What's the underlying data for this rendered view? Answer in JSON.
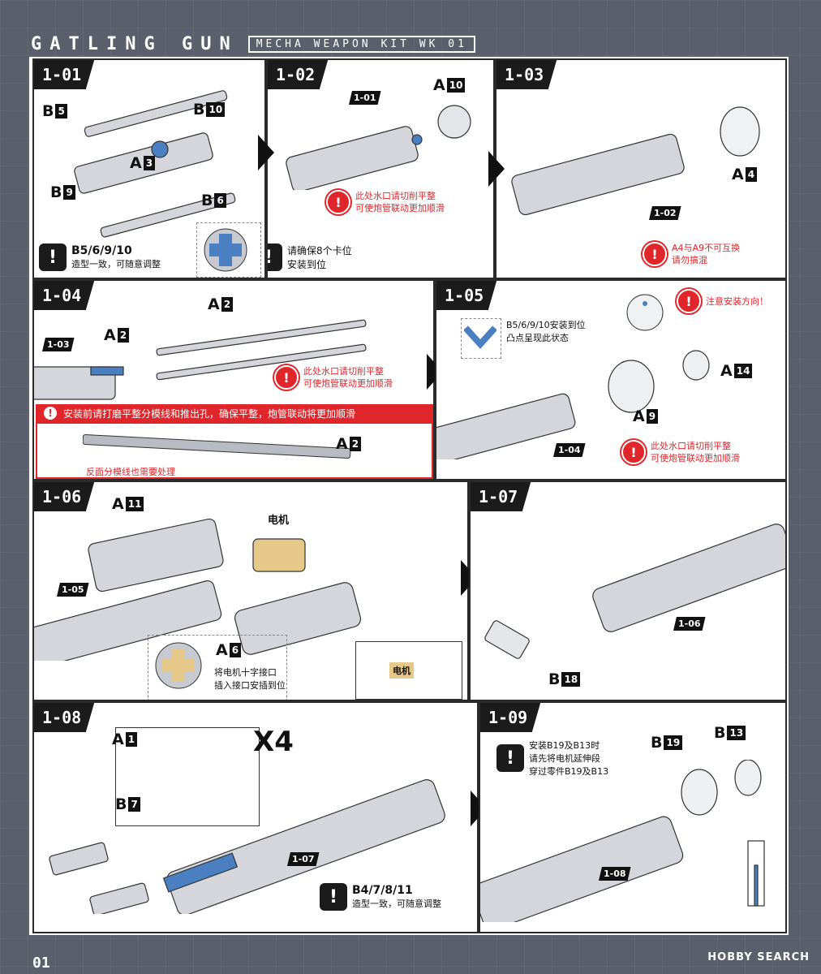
{
  "header": {
    "title": "GATLING GUN",
    "subtitle": "MECHA WEAPON KIT WK 01"
  },
  "steps": [
    {
      "label": "1-01"
    },
    {
      "label": "1-02"
    },
    {
      "label": "1-03"
    },
    {
      "label": "1-04"
    },
    {
      "label": "1-05"
    },
    {
      "label": "1-06"
    },
    {
      "label": "1-07"
    },
    {
      "label": "1-08"
    },
    {
      "label": "1-09"
    }
  ],
  "notes": {
    "s1_parts": "B5/6/9/10",
    "s1_note": "造型一致，可随意调整",
    "s1_check": "请确保8个卡位",
    "s1_check2": "安装到位",
    "s2_red1": "此处水口请切削平整",
    "s2_red2": "可使炮管联动更加顺滑",
    "s3_red1": "A4与A9不可互换",
    "s3_red2": "请勿搞混",
    "s4_red1": "此处水口请切削平整",
    "s4_red2": "可使炮管联动更加顺滑",
    "s4_banner": "安装前请打磨平整分模线和推出孔，确保平整，炮管联动将更加顺滑",
    "s4_sub": "反面分模线也需要处理",
    "s5_note1": "B5/6/9/10安装到位",
    "s5_note2": "凸点呈现此状态",
    "s5_dir": "注意安装方向！",
    "s5_red1": "此处水口请切削平整",
    "s5_red2": "可使炮管联动更加顺滑",
    "s6_motor": "电机",
    "s6_note1": "将电机十字接口",
    "s6_note2": "插入接口安插到位",
    "s8_x4": "X4",
    "s8_parts": "B4/7/8/11",
    "s8_note": "造型一致，可随意调整",
    "s9_note1": "安装B19及B13时",
    "s9_note2": "请先将电机延伸段",
    "s9_note3": "穿过零件B19及B13"
  },
  "parts": {
    "B5": {
      "l": "B",
      "n": "5"
    },
    "B10": {
      "l": "B",
      "n": "10"
    },
    "A3": {
      "l": "A",
      "n": "3"
    },
    "B9": {
      "l": "B",
      "n": "9"
    },
    "B6": {
      "l": "B",
      "n": "6"
    },
    "A10": {
      "l": "A",
      "n": "10"
    },
    "A4": {
      "l": "A",
      "n": "4"
    },
    "A2": {
      "l": "A",
      "n": "2"
    },
    "A14": {
      "l": "A",
      "n": "14"
    },
    "A9": {
      "l": "A",
      "n": "9"
    },
    "A11": {
      "l": "A",
      "n": "11"
    },
    "A6": {
      "l": "A",
      "n": "6"
    },
    "B18": {
      "l": "B",
      "n": "18"
    },
    "A1": {
      "l": "A",
      "n": "1"
    },
    "B7": {
      "l": "B",
      "n": "7"
    },
    "B19": {
      "l": "B",
      "n": "19"
    },
    "B13": {
      "l": "B",
      "n": "13"
    }
  },
  "refs": {
    "r101": "1-01",
    "r102": "1-02",
    "r103": "1-03",
    "r104": "1-04",
    "r105": "1-05",
    "r106": "1-06",
    "r107": "1-07",
    "r108": "1-08"
  },
  "footer": {
    "page": "01",
    "watermark": "HOBBY SEARCH"
  }
}
